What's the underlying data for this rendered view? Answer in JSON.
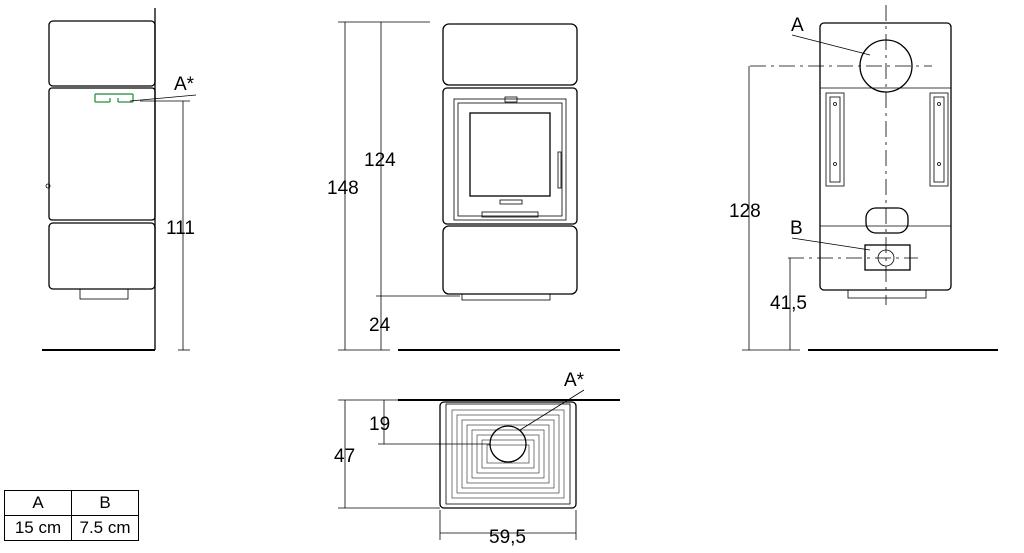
{
  "drawing": {
    "labels": {
      "a_star_side": "A*",
      "a_star_top": "A*",
      "a_back": "A",
      "b_back": "B"
    },
    "dimensions": {
      "side_111": "111",
      "front_148": "148",
      "front_124": "124",
      "front_24": "24",
      "back_128": "128",
      "back_41_5": "41,5",
      "top_19": "19",
      "top_47": "47",
      "top_59_5": "59,5"
    }
  },
  "legend": {
    "headers": [
      "A",
      "B"
    ],
    "values": [
      "15 cm",
      "7.5 cm"
    ]
  }
}
